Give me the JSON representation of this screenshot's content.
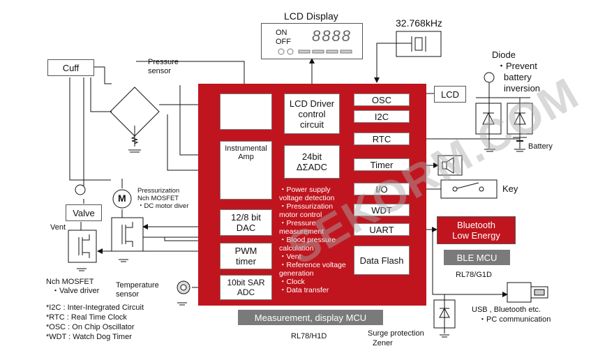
{
  "lcd_display": {
    "title": "LCD Display",
    "on": "ON",
    "off": "OFF",
    "digits": "8888"
  },
  "crystal": {
    "label": "32.768kHz"
  },
  "diode": {
    "title": "Diode",
    "note_line1": "・Prevent",
    "note_line2": "battery",
    "note_line3": "inversion"
  },
  "battery": {
    "label": "Battery"
  },
  "cuff": {
    "label": "Cuff"
  },
  "pressure_sensor": {
    "line1": "Pressure",
    "line2": "sensor"
  },
  "lcd_block": {
    "label": "LCD"
  },
  "key": {
    "label": "Key"
  },
  "valve": {
    "label": "Valve"
  },
  "vent": {
    "label": "Vent"
  },
  "motor": {
    "symbol": "M",
    "line1": "Pressurization",
    "line2": "Nch MOSFET",
    "line3": "・DC motor diver"
  },
  "nch_valve": {
    "line1": "Nch MOSFET",
    "line2": "・Valve driver"
  },
  "temperature": {
    "line1": "Temperature",
    "line2": "sensor"
  },
  "mcu": {
    "lcd_driver": [
      "LCD Driver",
      "control",
      "circuit"
    ],
    "instrumental_amp": [
      "Instrumental",
      "Amp"
    ],
    "adc24": [
      "24bit",
      "ΔΣADC"
    ],
    "dac": [
      "12/8 bit",
      "DAC"
    ],
    "pwm": [
      "PWM",
      "timer"
    ],
    "sar": [
      "10bit SAR",
      "ADC"
    ],
    "data_flash": "Data Flash",
    "peripherals": [
      "OSC",
      "I2C",
      "RTC",
      "Timer",
      "I/O",
      "WDT",
      "UART"
    ],
    "functions": [
      "・Power supply",
      "  voltage detection",
      "・Pressurization",
      "  motor control",
      "・Pressure",
      "  measurement",
      "・Blood pressure",
      "  calculation",
      "・Vent",
      "・Reference voltage",
      "  generation",
      "・Clock",
      "・Data transfer"
    ],
    "caption": "Measurement, display MCU",
    "part": "RL78/H1D"
  },
  "ble": {
    "line1": "Bluetooth",
    "line2": "Low Energy",
    "caption": "BLE MCU",
    "part": "RL78/G1D"
  },
  "usb": {
    "line1": "USB , Bluetooth etc.",
    "line2": "・PC communication"
  },
  "surge": {
    "line1": "Surge protection",
    "line2": "Zener"
  },
  "footnotes": [
    "*I2C : Inter-Integrated Circuit",
    "*RTC : Real Time Clock",
    "*OSC : On Chip Oscillator",
    "*WDT : Watch Dog Timer"
  ],
  "watermark": "SEKORM.COM",
  "colors": {
    "mcu_red": "#c0151e",
    "ble_red": "#c0151e",
    "caption_gray": "#7a7a7a",
    "sensor_fill": "#d6e3d4"
  }
}
